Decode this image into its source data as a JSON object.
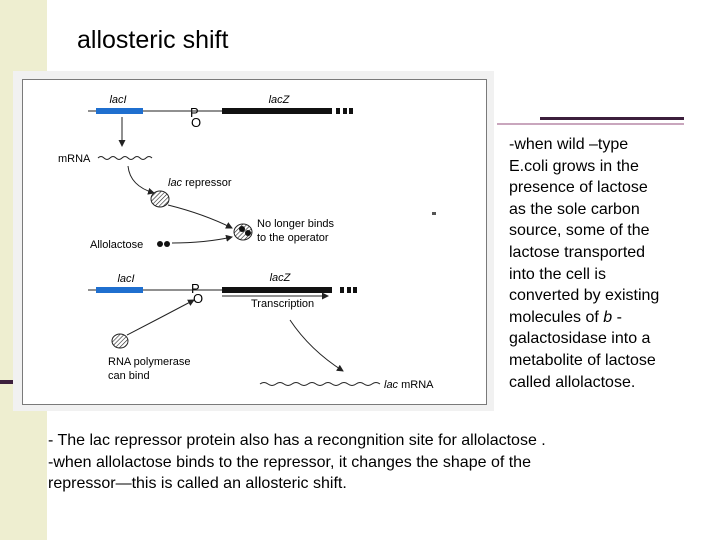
{
  "slide": {
    "title": "allosteric shift",
    "right_lines": [
      "-when wild –type",
      "E.coli grows in the",
      "presence of lactose",
      "as the sole carbon",
      "source, some of the",
      "lactose transported",
      "into the cell is",
      "converted by existing",
      "molecules of ",
      "galactosidase into a",
      "metabolite of lactose",
      "called allolactose."
    ],
    "right_line9_italic": "b",
    "right_line9_tail": " -",
    "bottom_lines": [
      "- The lac repressor protein also has a recongnition site for allolactose .",
      "-when allolactose binds to the repressor, it changes the shape of the",
      "repressor—this is called an allosteric shift."
    ]
  },
  "diagram": {
    "gene_laci": "lacI",
    "gene_lacz": "lacZ",
    "promoter": "P",
    "operator": "O",
    "mrna": "mRNA",
    "lac_repressor_italic": "lac",
    "lac_repressor_rest": " repressor",
    "no_longer_binds_1": "No longer binds",
    "no_longer_binds_2": "to the operator",
    "allolactose": "Allolactose",
    "transcription": "Transcription",
    "rna_pol_1": "RNA polymerase",
    "rna_pol_2": "can bind",
    "lac_mrna_italic": "lac",
    "lac_mrna_rest": " mRNA"
  },
  "colors": {
    "gene_blue": "#1f6fcf",
    "dna_black": "#111111",
    "sidebar": "#eeeed0",
    "accent_dark": "#3c1f3c",
    "accent_light": "#c9a6bd"
  }
}
